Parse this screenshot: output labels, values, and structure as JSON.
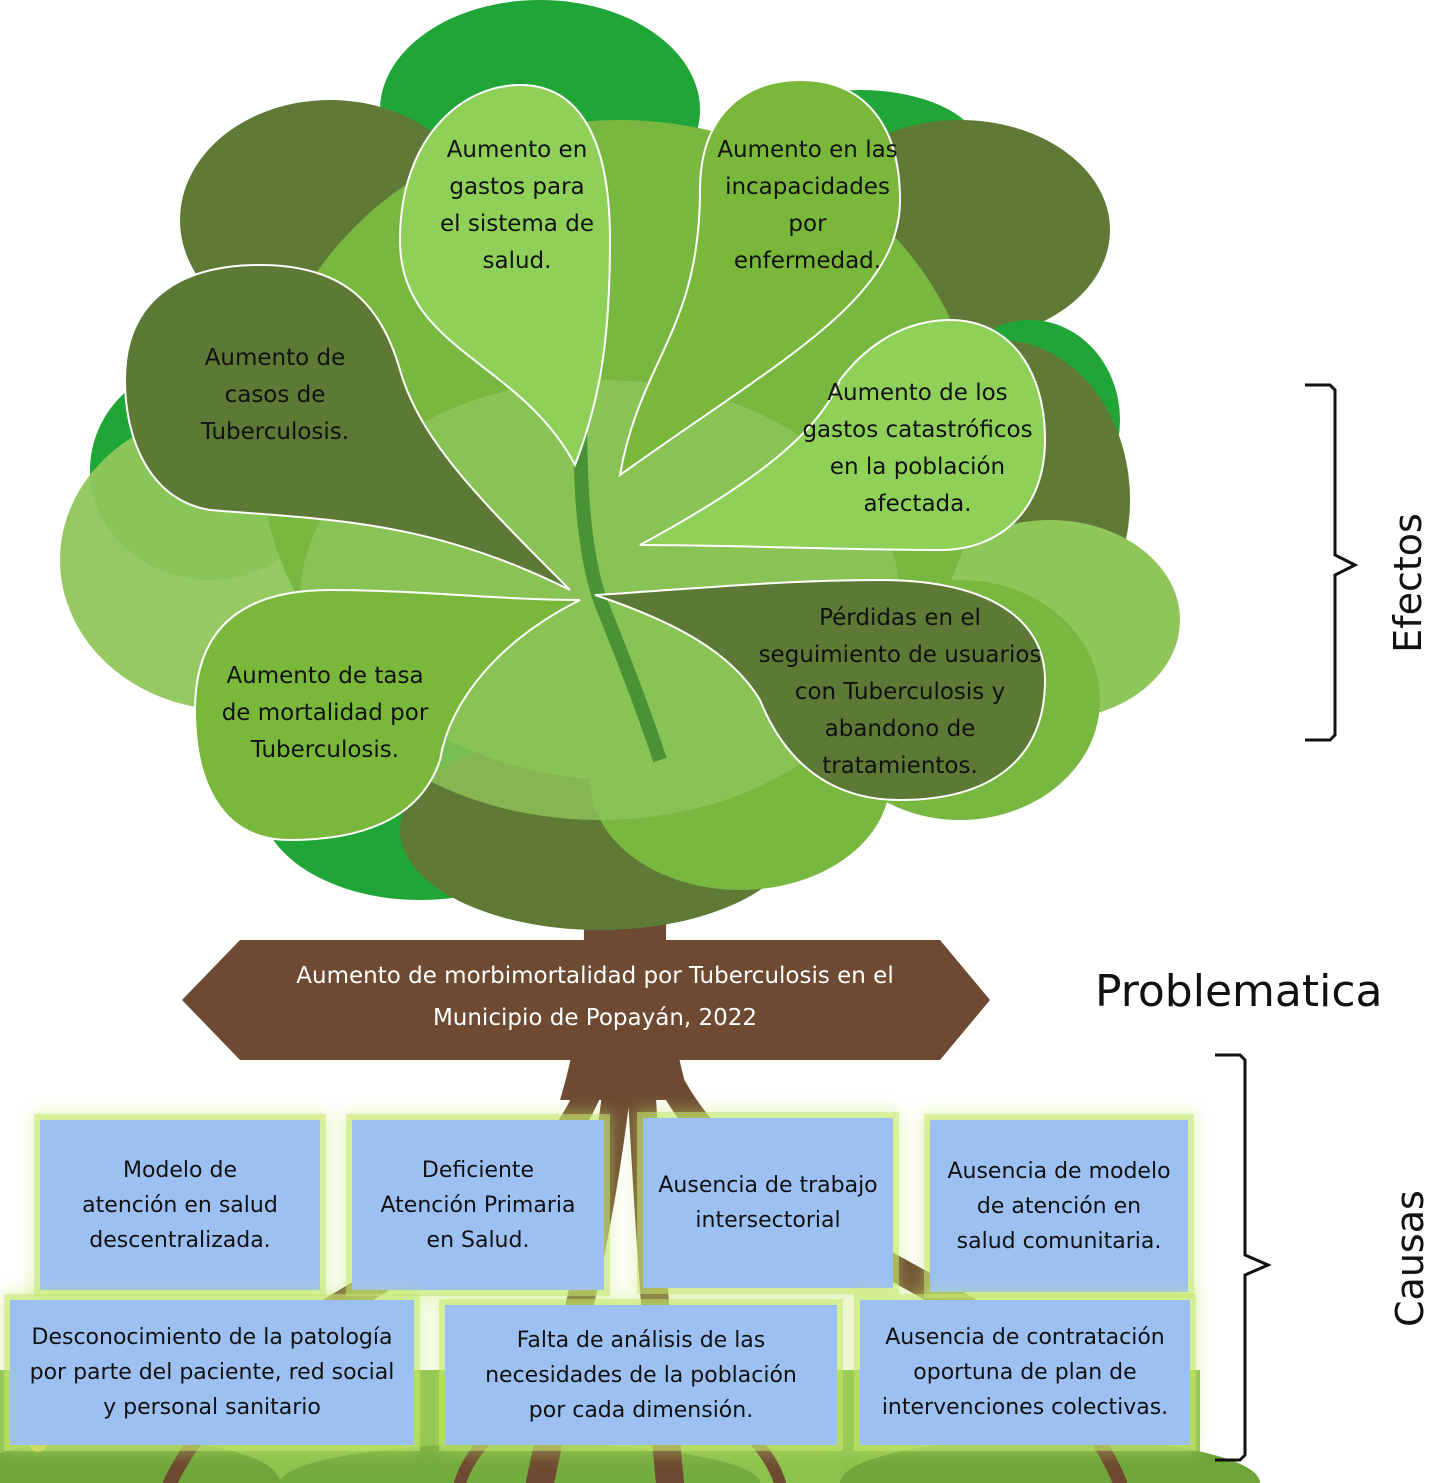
{
  "effects": {
    "e1": "Aumento en\ngastos para\nel sistema de\nsalud.",
    "e2": "Aumento en las\nincapacidades\npor\nenfermedad.",
    "e3": "Aumento de\ncasos de\nTuberculosis.",
    "e4": "Aumento de los\ngastos catastróficos\nen la población\nafectada.",
    "e5": "Aumento de tasa\nde mortalidad por\nTuberculosis.",
    "e6": "Pérdidas en el\nseguimiento de usuarios\ncon Tuberculosis y\nabandono de\ntratamientos."
  },
  "problem": "Aumento de morbimortalidad por Tuberculosis en el\nMunicipio de Popayán, 2022",
  "causes": {
    "c1": "Modelo de\natención en salud\ndescentralizada.",
    "c2": "Deficiente\nAtención Primaria\nen Salud.",
    "c3": "Ausencia de trabajo\nintersectorial",
    "c4": "Ausencia de modelo\nde atención en\nsalud comunitaria.",
    "c5": "Desconocimiento de la patología\npor parte del paciente, red social\ny personal sanitario",
    "c6": "Falta de análisis de las\nnecesidades de la población\npor cada dimensión.",
    "c7": "Ausencia de contratación\noportuna de plan de\nintervenciones colectivas."
  },
  "labels": {
    "efectos": "Efectos",
    "problematica": "Problematica",
    "causas": "Causas"
  },
  "colors": {
    "trunk": "#6e4a32",
    "banner": "#6e4a32",
    "leaf_dark": "#5f7a36",
    "leaf_mid": "#79b840",
    "leaf_light": "#8fc65a",
    "leaf_bright": "#1fa637",
    "cause_box": "#9dc0f3"
  }
}
